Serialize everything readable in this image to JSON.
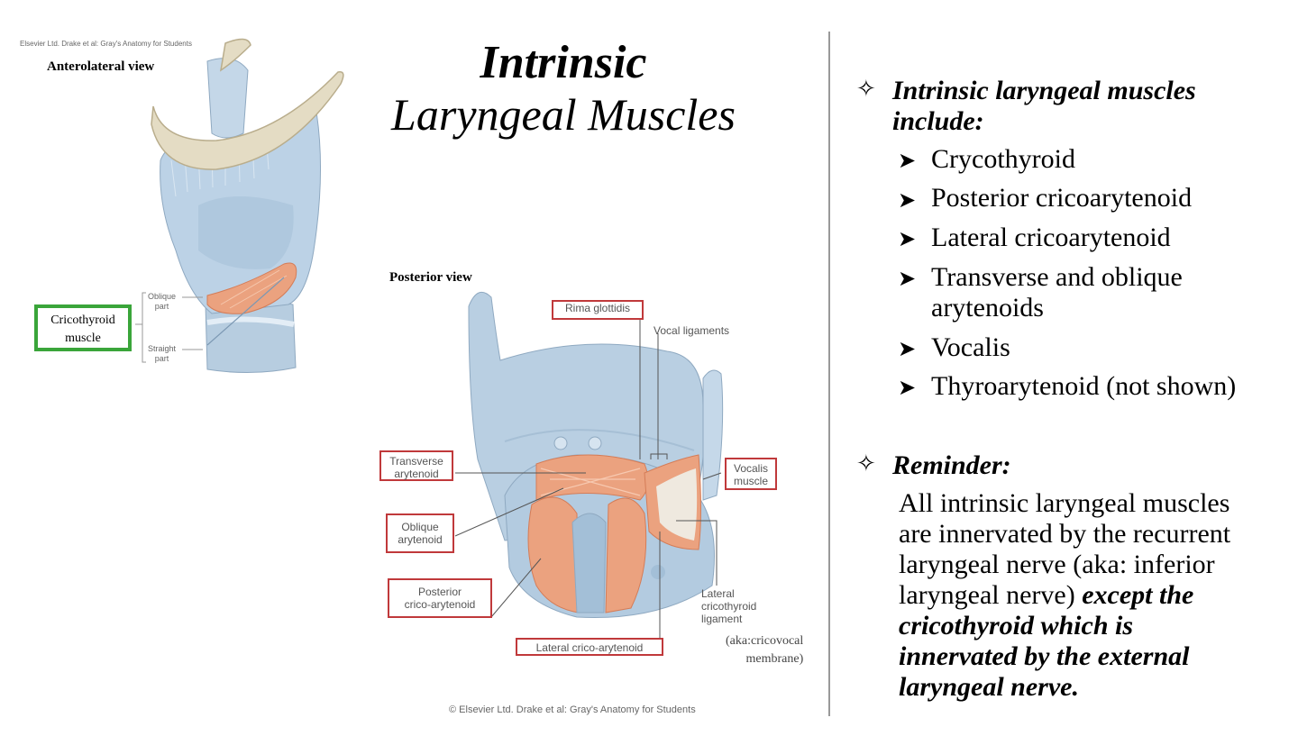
{
  "slide": {
    "title_line1": "Intrinsic",
    "title_line2": "Laryngeal Muscles"
  },
  "left_figure": {
    "credit": "Elsevier Ltd. Drake et al: Gray's Anatomy for Students",
    "view_label": "Anterolateral view",
    "highlight_label_line1": "Cricothyroid",
    "highlight_label_line2": "muscle",
    "oblique_part_line1": "Oblique",
    "oblique_part_line2": "part",
    "straight_part_line1": "Straight",
    "straight_part_line2": "part",
    "highlight_color": "#3aa53a"
  },
  "posterior_figure": {
    "view_label": "Posterior view",
    "rima_glottidis": "Rima glottidis",
    "vocal_ligaments": "Vocal ligaments",
    "transverse_line1": "Transverse",
    "transverse_line2": "arytenoid",
    "vocalis_line1": "Vocalis",
    "vocalis_line2": "muscle",
    "oblique_line1": "Oblique",
    "oblique_line2": "arytenoid",
    "posterior_line1": "Posterior",
    "posterior_line2": "crico-arytenoid",
    "lateral_crico": "Lateral crico-arytenoid",
    "lateral_lig_line1": "Lateral",
    "lateral_lig_line2": "cricothyroid",
    "lateral_lig_line3": "ligament",
    "aka_line1": "(aka:cricovocal",
    "aka_line2": "membrane)",
    "credit": "© Elsevier Ltd. Drake et al: Gray's Anatomy for Students",
    "label_box_color": "#c0393b",
    "cartilage_color": "#b9cfe2",
    "muscle_color": "#eba27f"
  },
  "right_column": {
    "heading_line1": "Intrinsic laryngeal muscles",
    "heading_line2": "include:",
    "bullet_icon": "diamond-outline-icon",
    "list_icon": "arrowhead-icon",
    "items": [
      "Crycothyroid",
      "Posterior cricoarytenoid",
      "Lateral cricoarytenoid",
      "Transverse and oblique",
      "arytenoids",
      "Vocalis",
      "Thyroarytenoid (not shown)"
    ],
    "reminder_heading": "Reminder:",
    "reminder_line1": "All intrinsic laryngeal muscles",
    "reminder_line2": "are innervated by the recurrent",
    "reminder_line3": "laryngeal nerve (aka: inferior",
    "reminder_line4_plain": "laryngeal nerve) ",
    "reminder_line4_bold": "except the",
    "reminder_line5": "cricothyroid which is",
    "reminder_line6": "innervated by the external",
    "reminder_line7": "laryngeal nerve."
  }
}
